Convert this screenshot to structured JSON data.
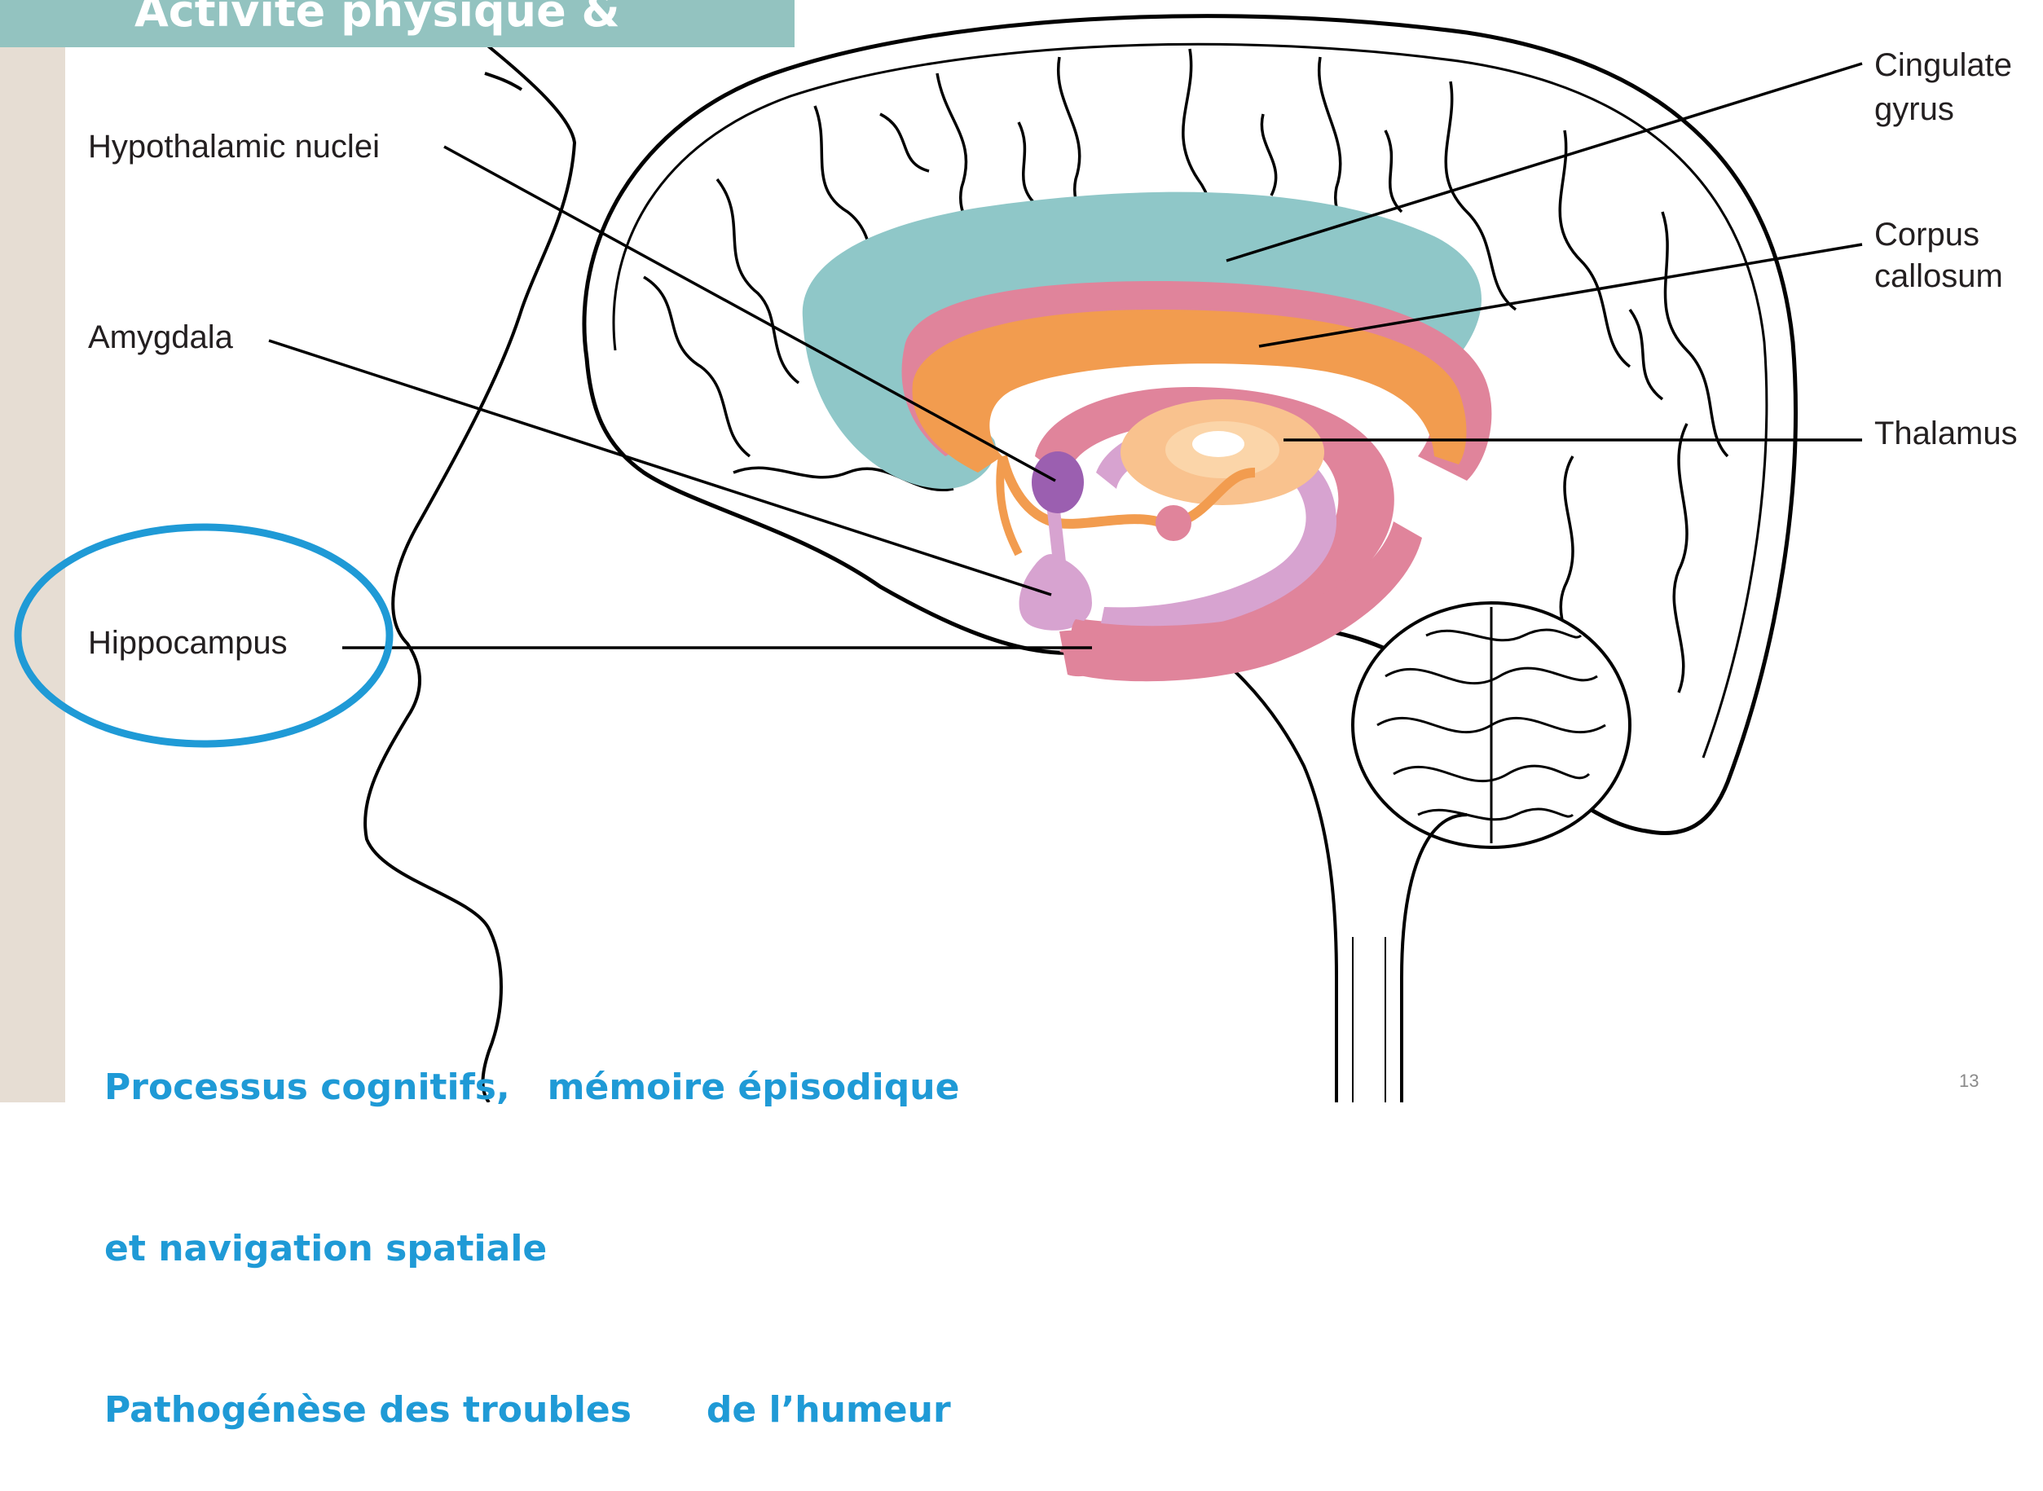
{
  "slide": {
    "title": "Activité physique &",
    "page_number": "13"
  },
  "labels": {
    "hypothalamic_nuclei": "Hypothalamic nuclei",
    "amygdala": "Amygdala",
    "hippocampus": "Hippocampus",
    "cingulate_gyrus_line1": "Cingulate",
    "cingulate_gyrus_line2": "gyrus",
    "corpus_callosum_line1": "Corpus",
    "corpus_callosum_line2": "callosum",
    "thalamus": "Thalamus"
  },
  "caption": {
    "line1": "Processus cognitifs,   mémoire épisodique",
    "line2": "et navigation spatiale",
    "line3": "Pathogénèse des troubles      de l’humeur"
  },
  "colors": {
    "cingulate": "#8fc7c8",
    "corpus_callosum": "#f29c4f",
    "fornix": "#e0849b",
    "hippocampus": "#e0849b",
    "thalamus": "#f9c28e",
    "amygdala": "#d7a3d0",
    "hypothalamic": "#9b5fb0",
    "highlight_circle": "#1f9ad6",
    "caption": "#1f9ad6",
    "banner": "#93c3c0"
  }
}
